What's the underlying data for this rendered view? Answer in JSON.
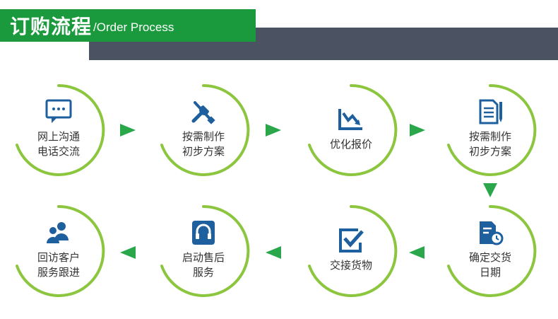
{
  "header": {
    "title_cn": "订购流程",
    "title_en": "/Order Process"
  },
  "colors": {
    "green": "#1a9a3c",
    "dark_bar": "#4b5363",
    "ring": "#8cc63f",
    "icon_blue": "#1e5f9e",
    "arrow": "#2aa74a"
  },
  "steps": [
    {
      "label": "网上沟通\n电话交流",
      "icon": "chat-icon"
    },
    {
      "label": "按需制作\n初步方案",
      "icon": "tools-icon"
    },
    {
      "label": "优化报价",
      "icon": "chart-down-icon"
    },
    {
      "label": "按需制作\n初步方案",
      "icon": "document-pen-icon"
    },
    {
      "label": "确定交货\n日期",
      "icon": "document-clock-icon"
    },
    {
      "label": "交接货物",
      "icon": "checkbox-icon"
    },
    {
      "label": "启动售后\n服务",
      "icon": "headset-icon"
    },
    {
      "label": "回访客户\n服务跟进",
      "icon": "users-icon"
    }
  ]
}
